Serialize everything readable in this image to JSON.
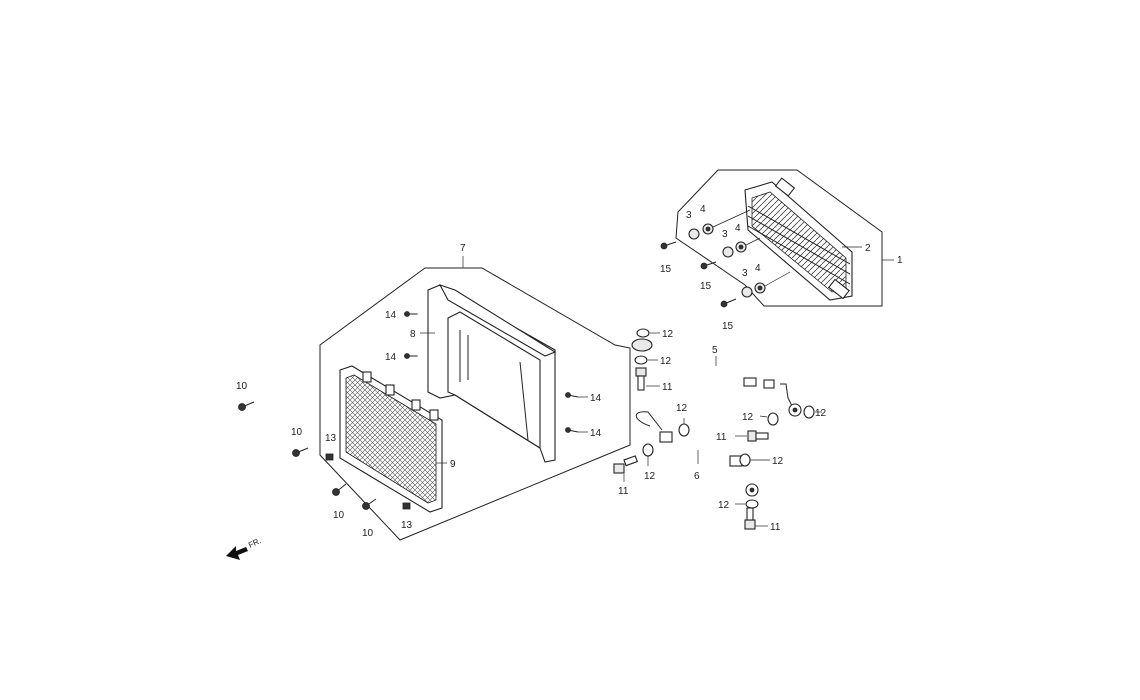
{
  "callouts": {
    "c1": "1",
    "c2": "2",
    "c3a": "3",
    "c3b": "3",
    "c3c": "3",
    "c4a": "4",
    "c4b": "4",
    "c4c": "4",
    "c5": "5",
    "c6": "6",
    "c7": "7",
    "c8": "8",
    "c9": "9",
    "c10a": "10",
    "c10b": "10",
    "c10c": "10",
    "c10d": "10",
    "c11a": "11",
    "c11b": "11",
    "c11c": "11",
    "c11d": "11",
    "c12a": "12",
    "c12b": "12",
    "c12c": "12",
    "c12d": "12",
    "c12e": "12",
    "c12f": "12",
    "c12g": "12",
    "c12h": "12",
    "c13a": "13",
    "c13b": "13",
    "c14a": "14",
    "c14b": "14",
    "c14c": "14",
    "c14d": "14",
    "c15a": "15",
    "c15b": "15",
    "c15c": "15"
  },
  "direction_label": "FR."
}
